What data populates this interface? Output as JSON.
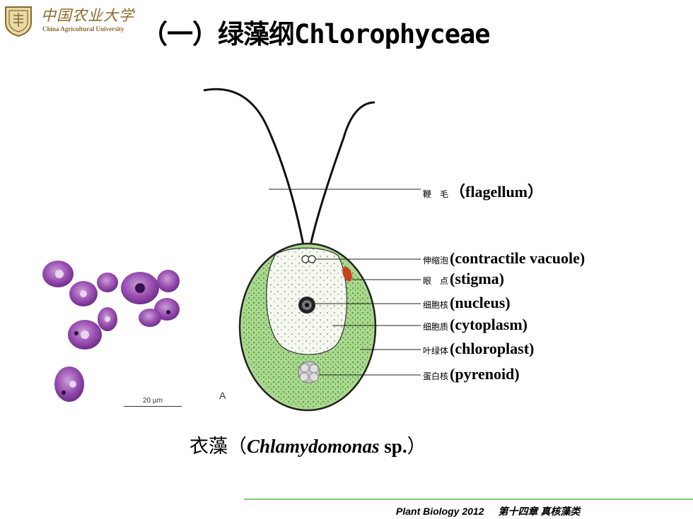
{
  "header": {
    "university_cn": "中国农业大学",
    "university_en": "China Agricultural University",
    "title": "（一）绿藻纲Chlorophyceae"
  },
  "micrograph": {
    "scale_text": "20 µm",
    "figure_label": "A"
  },
  "labels": [
    {
      "cn": "鞭　毛",
      "en": "（flagellum）"
    },
    {
      "cn": "伸缩泡",
      "en": "(contractile vacuole)"
    },
    {
      "cn": "眼　点",
      "en": "(stigma)"
    },
    {
      "cn": "细胞核",
      "en": "(nucleus)"
    },
    {
      "cn": "细胞质",
      "en": "(cytoplasm)"
    },
    {
      "cn": "叶绿体",
      "en": "(chloroplast)"
    },
    {
      "cn": "蛋白核",
      "en": "(pyrenoid)"
    }
  ],
  "caption": {
    "cn": "衣藻（",
    "sci": "Chlamydomonas",
    "sp": " sp.",
    "close": "）"
  },
  "footer": {
    "course": "Plant Biology 2012",
    "chapter": "第十四章 真核藻类"
  },
  "colors": {
    "chloroplast": "#a9d98c",
    "cytoplasm": "#f4f8ee",
    "stigma": "#c8441e",
    "stain": "#9a4fb2",
    "footer_line": "#7fc97f"
  }
}
